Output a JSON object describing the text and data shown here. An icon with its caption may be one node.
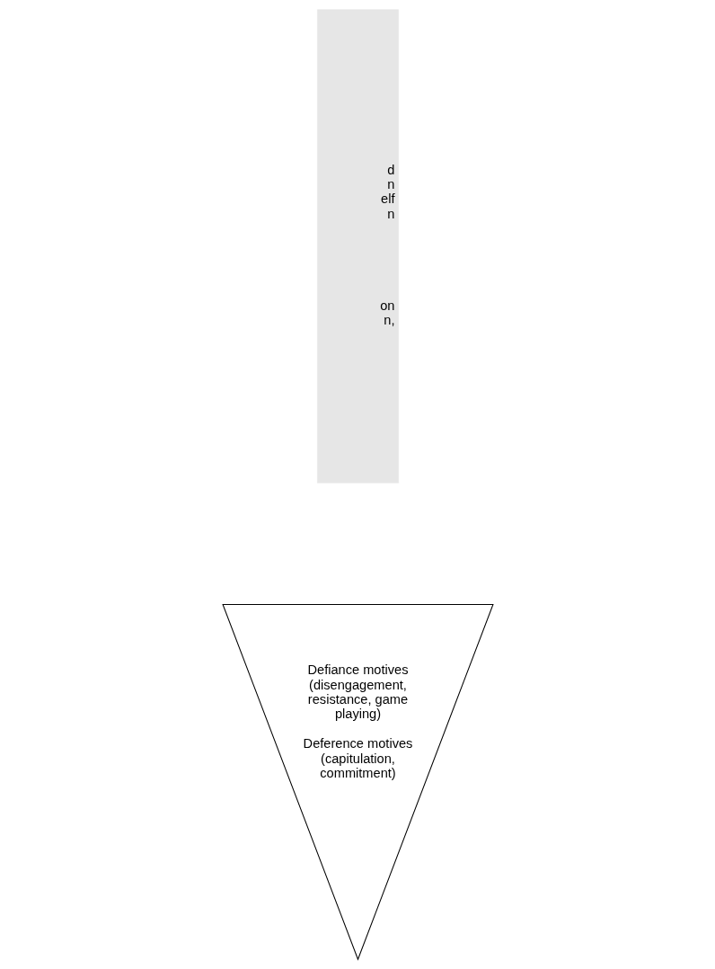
{
  "diagram": {
    "nodes": [
      {
        "text": [
          "d n elf n",
          "on n,"
        ]
      },
      {
        "text": [
          "Defiance motives (disengagement, resistance, game playing)",
          "Deference motives (capitulation, commitment)"
        ]
      }
    ]
  }
}
